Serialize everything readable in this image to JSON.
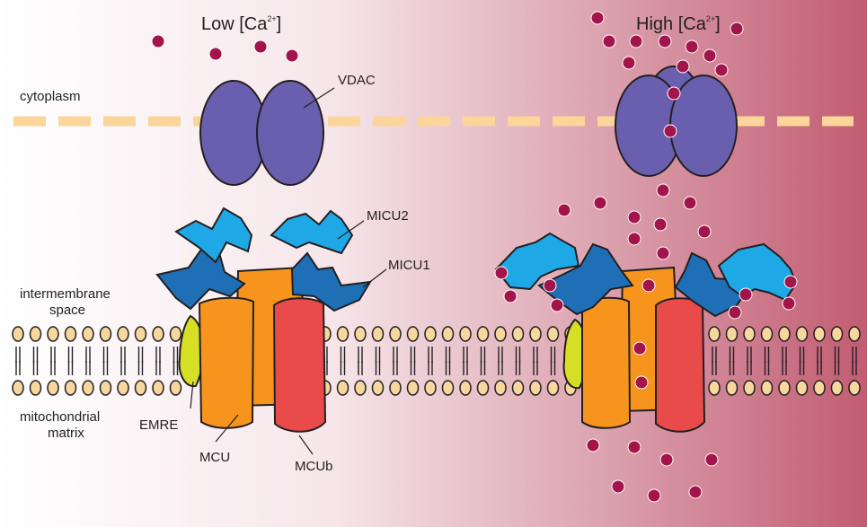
{
  "titles": {
    "low": {
      "text": "Low [Ca",
      "sup": "2+",
      "close": "]"
    },
    "high": {
      "text": "High [Ca",
      "sup": "2+",
      "close": "]"
    }
  },
  "labels": {
    "vdac": "VDAC",
    "cytoplasm": "cytoplasm",
    "micu2": "MICU2",
    "micu1": "MICU1",
    "ims_line1": "intermembrane",
    "ims_line2": "space",
    "matrix_line1": "mitochondrial",
    "matrix_line2": "matrix",
    "emre": "EMRE",
    "mcu": "MCU",
    "mcub": "MCUb"
  },
  "colors": {
    "background_left": "#ffffff",
    "background_right": "#c25c72",
    "calcium_ion": "#a3154a",
    "vdac": "#6a5fae",
    "micu2": "#1ea9e6",
    "micu1": "#1f6fb6",
    "mcu": "#f7941d",
    "mcub": "#e94b4b",
    "emre": "#d6df23",
    "outer_membrane": "#fbd59a",
    "lipid_head": "#f8d79e"
  }
}
